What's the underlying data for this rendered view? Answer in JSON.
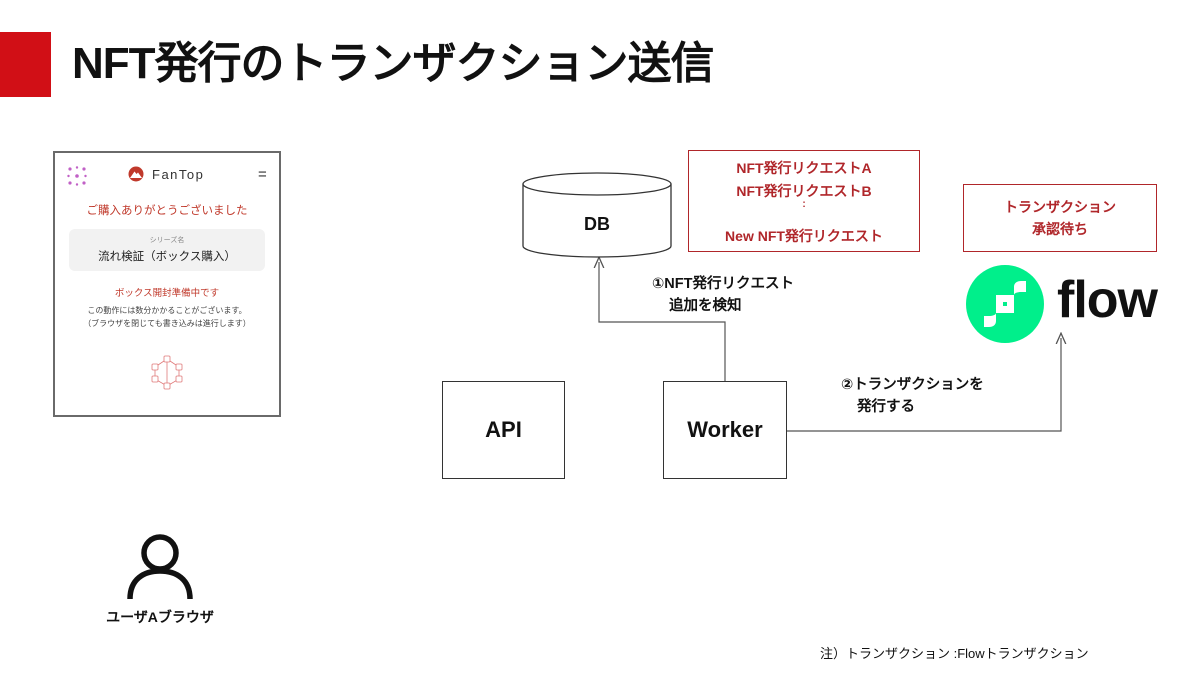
{
  "slide": {
    "title": "NFT発行のトランザクション送信",
    "accent_color": "#d10f16"
  },
  "phone": {
    "brand_name": "FanTop",
    "menu_glyph": "=",
    "thanks_text": "ご購入ありがとうございました",
    "series_label": "シリーズ名",
    "series_value": "流れ検証（ボックス購入）",
    "preparing_text": "ボックス開封準備中です",
    "notice_line1": "この動作には数分かかることがございます。",
    "notice_line2": "（ブラウザを閉じても書き込みは進行します）"
  },
  "user": {
    "label": "ユーザAブラウザ"
  },
  "diagram": {
    "db_label": "DB",
    "api_label": "API",
    "worker_label": "Worker",
    "requests": [
      "NFT発行リクエストA",
      "NFT発行リクエストB",
      ":",
      "New NFT発行リクエスト"
    ],
    "tx_status_line1": "トランザクション",
    "tx_status_line2": "承認待ち",
    "step1_line1": "①NFT発行リクエスト",
    "step1_line2": "追加を検知",
    "step2_line1": "②トランザクションを",
    "step2_line2": "発行する",
    "flow_word": "flow",
    "flow_color": "#00ef8b",
    "request_color": "#b0262a"
  },
  "footnote": "注）トランザクション :Flowトランザクション"
}
